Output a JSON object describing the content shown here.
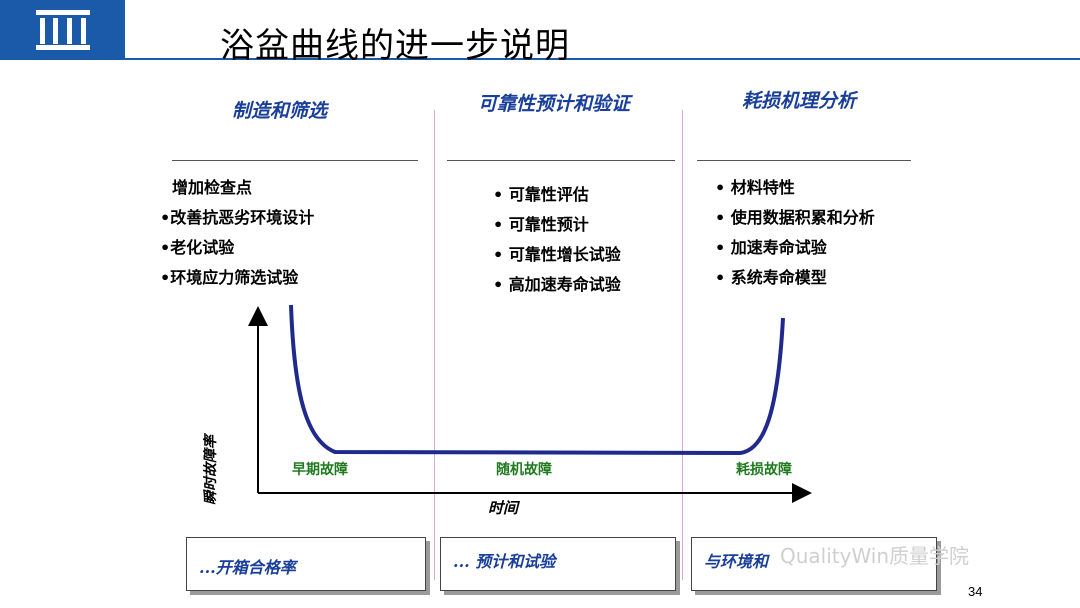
{
  "slide": {
    "title": "浴盆曲线的进一步说明",
    "page_number": "34"
  },
  "logo": {
    "icon": "building-columns-logo"
  },
  "columns": [
    {
      "heading": "制造和筛选",
      "items": [
        "增加检查点",
        "•改善抗恶劣环境设计",
        "•老化试验",
        "•环境应力筛选试验"
      ]
    },
    {
      "heading": "可靠性预计和验证",
      "items": [
        "• 可靠性评估",
        "• 可靠性预计",
        "• 可靠性增长试验",
        "• 高加速寿命试验"
      ]
    },
    {
      "heading": "耗损机理分析",
      "items": [
        "• 材料特性",
        "• 使用数据积累和分析",
        "• 加速寿命试验",
        "• 系统寿命模型"
      ]
    }
  ],
  "chart": {
    "y_label": "瞬时故障率",
    "x_label": "时间",
    "phases": [
      "早期故障",
      "随机故障",
      "耗损故障"
    ],
    "curve_color": "#1f2a8c"
  },
  "boxes": [
    "...开箱合格率",
    "... 预计和试验",
    "与环境和"
  ],
  "watermark": "QualityWin质量学院",
  "colors": {
    "brand_blue": "#1a5aa8",
    "heading_blue": "#1a3f9a",
    "phase_green": "#1f7a1f",
    "divider_pink": "#d9a8de"
  }
}
